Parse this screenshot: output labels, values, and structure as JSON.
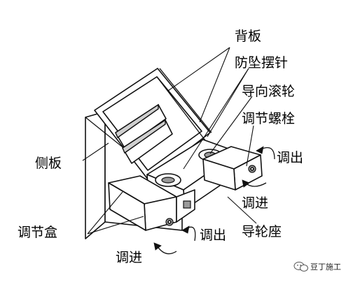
{
  "labels": {
    "back_plate": "背板",
    "anti_fall_pin": "防坠摆针",
    "guide_roller": "导向滚轮",
    "adjust_bolt": "调节螺栓",
    "out_right": "调出",
    "side_plate": "侧板",
    "in_right": "调进",
    "adjust_box": "调节盒",
    "out_bottom": "调出",
    "guide_seat": "导轮座",
    "in_bottom": "调进"
  },
  "watermark": {
    "text": "豆丁施工",
    "icon": "wechat-icon"
  }
}
